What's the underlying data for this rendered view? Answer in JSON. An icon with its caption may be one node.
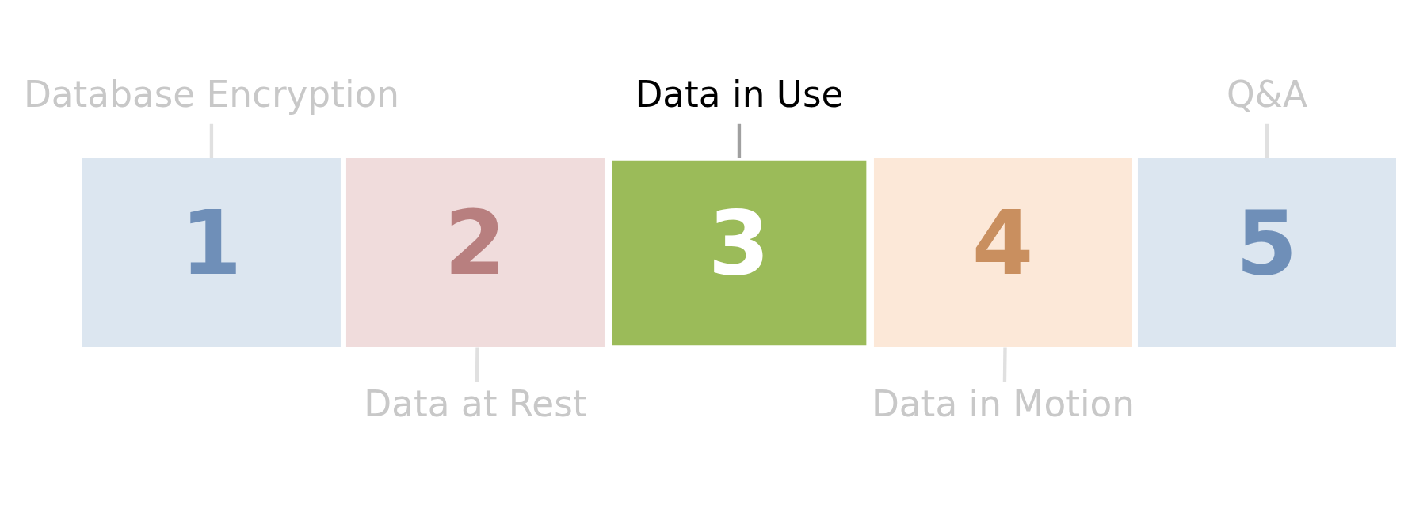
{
  "diagram": {
    "nodes": [
      {
        "text": [
          "1"
        ]
      },
      {
        "text": [
          "2"
        ]
      },
      {
        "text": [
          "3"
        ]
      },
      {
        "text": [
          "4"
        ]
      },
      {
        "text": [
          "5"
        ]
      },
      {
        "text": [
          "Database Encryption"
        ]
      },
      {
        "text": [
          "Data at Rest"
        ]
      },
      {
        "text": [
          "Data in Use"
        ]
      },
      {
        "text": [
          "Data in Motion"
        ]
      },
      {
        "text": [
          "Q&A"
        ]
      }
    ],
    "edges": [
      {
        "from": 5,
        "to": 0,
        "arrow": "none"
      },
      {
        "from": 6,
        "to": 1,
        "arrow": "none"
      },
      {
        "from": 7,
        "to": 2,
        "arrow": "none",
        "color": "#a0a0a0"
      },
      {
        "from": 8,
        "to": 3,
        "arrow": "none"
      },
      {
        "from": 9,
        "to": 4,
        "arrow": "none"
      }
    ]
  }
}
